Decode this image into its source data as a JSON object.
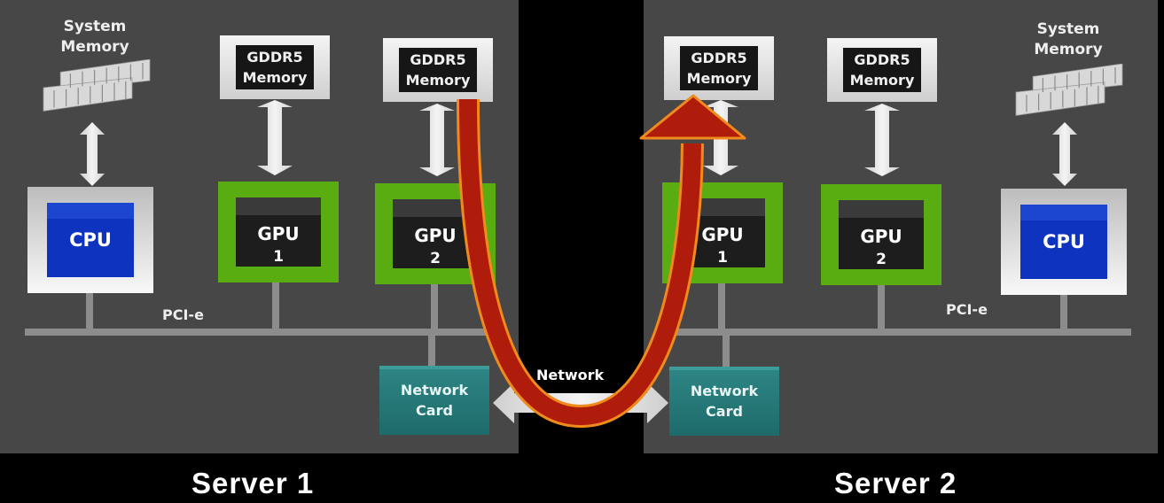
{
  "servers": [
    {
      "label": "Server 1",
      "system_memory_label": [
        "System",
        "Memory"
      ],
      "cpu_label": "CPU",
      "bus_label": "PCI-e",
      "gpus": [
        {
          "label": "GPU",
          "number": "1",
          "memory_label": [
            "GDDR5",
            "Memory"
          ]
        },
        {
          "label": "GPU",
          "number": "2",
          "memory_label": [
            "GDDR5",
            "Memory"
          ]
        }
      ],
      "network_card_label": [
        "Network",
        "Card"
      ]
    },
    {
      "label": "Server 2",
      "system_memory_label": [
        "System",
        "Memory"
      ],
      "cpu_label": "CPU",
      "bus_label": "PCI-e",
      "gpus": [
        {
          "label": "GPU",
          "number": "1",
          "memory_label": [
            "GDDR5",
            "Memory"
          ]
        },
        {
          "label": "GPU",
          "number": "2",
          "memory_label": [
            "GDDR5",
            "Memory"
          ]
        }
      ],
      "network_card_label": [
        "Network",
        "Card"
      ]
    }
  ],
  "network_label": "Network",
  "data_flow": {
    "from": "Server 1 / GPU 2 / GDDR5 Memory",
    "to": "Server 2 / GPU 1 / GDDR5 Memory",
    "via": "Network"
  },
  "colors": {
    "panel": "#474747",
    "gpu_green": "#5aad10",
    "cpu_blue": "#0e33bf",
    "nic_teal": "#227574",
    "flow_arrow": "#b01c0c",
    "flow_arrow_edge": "#f08a1c"
  }
}
